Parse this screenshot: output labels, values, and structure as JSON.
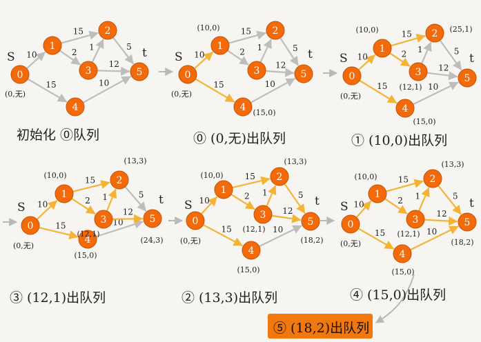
{
  "nodes": [
    {
      "id": "s",
      "label": "0",
      "name_label": "S"
    },
    {
      "id": "1",
      "label": "1"
    },
    {
      "id": "2",
      "label": "2"
    },
    {
      "id": "3",
      "label": "3"
    },
    {
      "id": "4",
      "label": "4"
    },
    {
      "id": "t",
      "label": "5",
      "name_label": "t"
    }
  ],
  "edges": [
    {
      "from": "s",
      "to": "1",
      "weight": "10"
    },
    {
      "from": "s",
      "to": "4",
      "weight": "15"
    },
    {
      "from": "1",
      "to": "2",
      "weight": "15"
    },
    {
      "from": "1",
      "to": "3",
      "weight": "2"
    },
    {
      "from": "3",
      "to": "2",
      "weight": "1"
    },
    {
      "from": "3",
      "to": "t",
      "weight": "12"
    },
    {
      "from": "2",
      "to": "t",
      "weight": "5"
    },
    {
      "from": "4",
      "to": "t",
      "weight": "10"
    }
  ],
  "panels": [
    {
      "caption": "初始化 ⓪队列",
      "highlight_edges": [],
      "node_values": {
        "s": "(0,无)"
      }
    },
    {
      "caption": "⓪ (0,无)出队列",
      "highlight_edges": [
        "s-1",
        "s-4"
      ],
      "node_values": {
        "s": "(0,无)",
        "1": "(10,0)",
        "4": "(15,0)"
      }
    },
    {
      "caption": "① (10,0)出队列",
      "highlight_edges": [
        "s-1",
        "s-4",
        "1-2",
        "1-3"
      ],
      "node_values": {
        "s": "(0,无)",
        "1": "(10,0)",
        "2": "(25,1)",
        "3": "(12,1)",
        "4": "(15,0)"
      }
    },
    {
      "caption": "③ (12,1)出队列",
      "highlight_edges": [
        "s-1",
        "s-4",
        "1-2",
        "1-3",
        "3-2",
        "3-t"
      ],
      "node_values": {
        "s": "(0,无)",
        "1": "(10,0)",
        "2": "(13,3)",
        "3": "(12,1)",
        "4": "(15,0)",
        "t": "(24,3)"
      }
    },
    {
      "caption": "② (13,3)出队列",
      "highlight_edges": [
        "s-1",
        "s-4",
        "1-2",
        "1-3",
        "3-2",
        "3-t",
        "2-t"
      ],
      "node_values": {
        "s": "(0,无)",
        "1": "(10,0)",
        "2": "(13,3)",
        "3": "(12,1)",
        "4": "(15,0)",
        "t": "(18,2)"
      }
    },
    {
      "caption": "④ (15,0)出队列",
      "highlight_edges": [
        "s-1",
        "s-4",
        "1-2",
        "1-3",
        "3-2",
        "3-t",
        "2-t",
        "4-t"
      ],
      "node_values": {
        "s": "(0,无)",
        "1": "(10,0)",
        "2": "(13,3)",
        "3": "(12,1)",
        "4": "(15,0)",
        "t": "(18,2)"
      }
    }
  ],
  "final_caption": "⑤ (18,2)出队列",
  "colors": {
    "node_fill": "#f26a0a",
    "node_stroke": "#c54f00",
    "edge_default": "#bdbdbd",
    "edge_highlight": "#f5b335",
    "text": "#1e1e1e",
    "background": "#f7f5f1",
    "final_box": "#f0780f"
  }
}
